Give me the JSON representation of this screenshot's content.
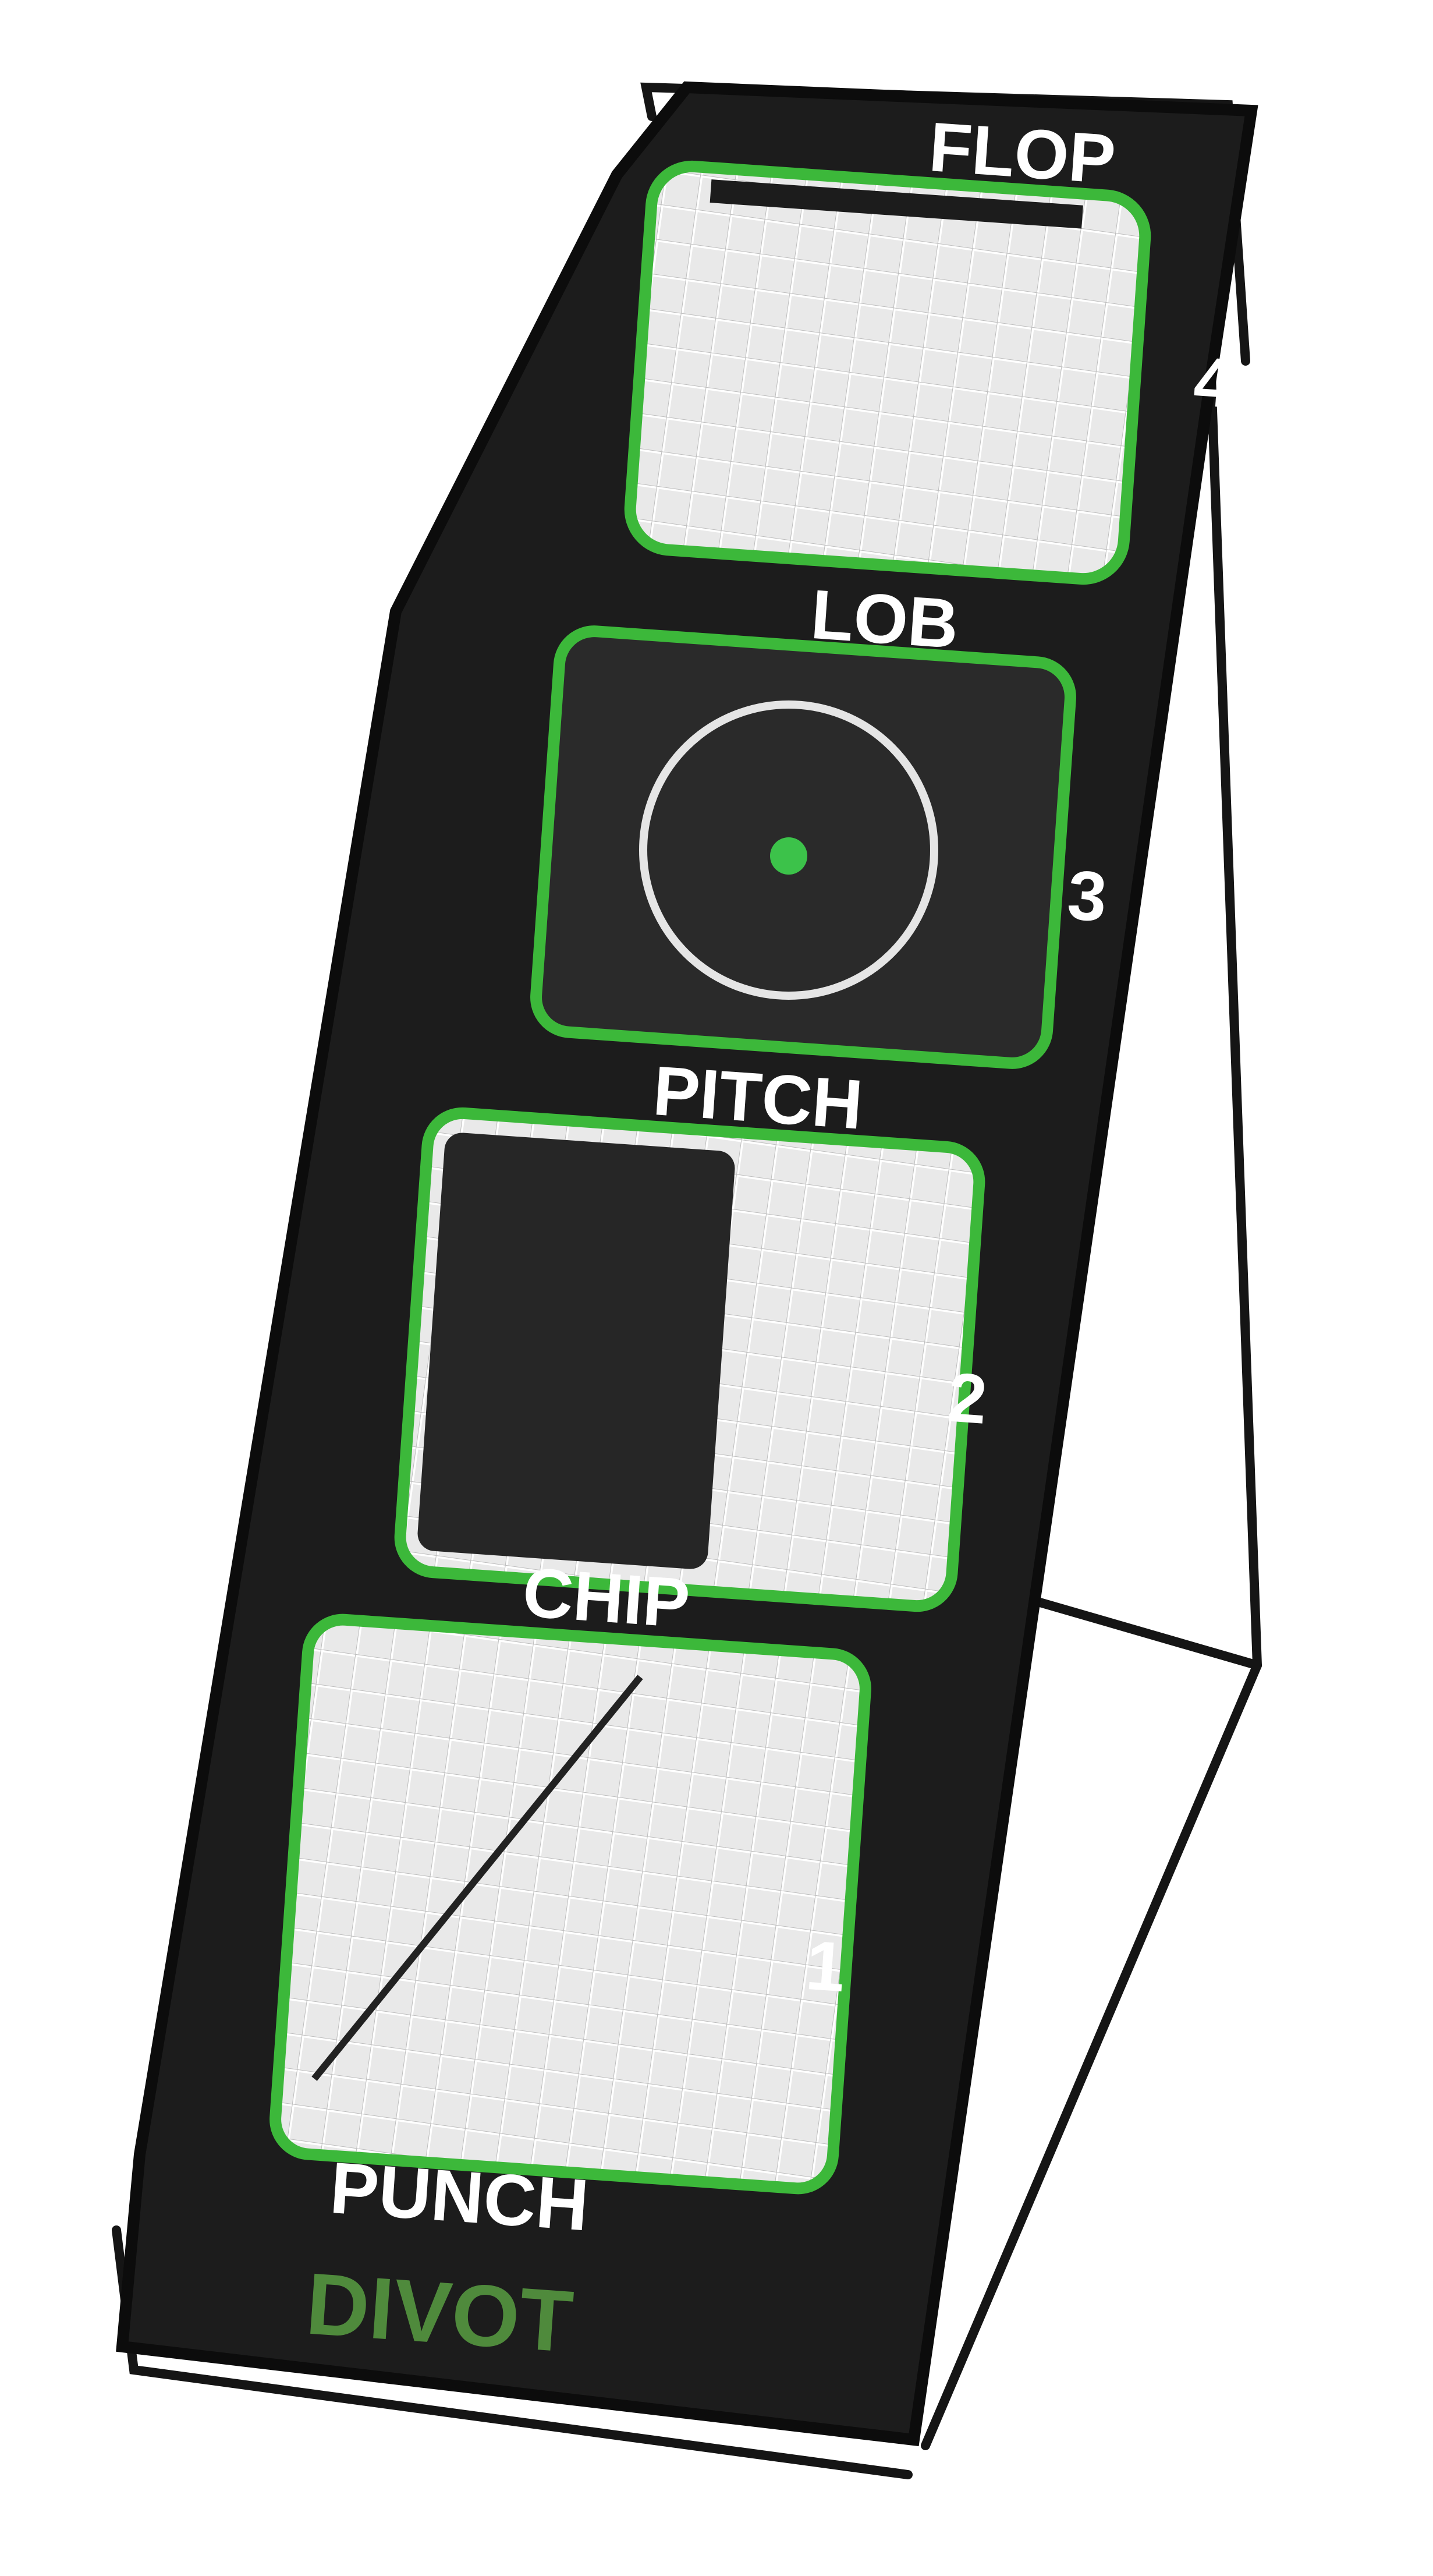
{
  "product": {
    "brand_logo": "DIVOT",
    "zones": [
      {
        "name": "FLOP",
        "number": "4"
      },
      {
        "name": "LOB",
        "number": "3"
      },
      {
        "name": "PITCH",
        "number": "2"
      },
      {
        "name": "CHIP",
        "number": "1"
      },
      {
        "name": "PUNCH",
        "number": ""
      }
    ]
  },
  "colors": {
    "fabric": "#1c1c1c",
    "trim_green": "#3cb83a",
    "logo_green": "#4f8a3c",
    "net": "#f2f2f2",
    "target_dot": "#3cc24a"
  }
}
